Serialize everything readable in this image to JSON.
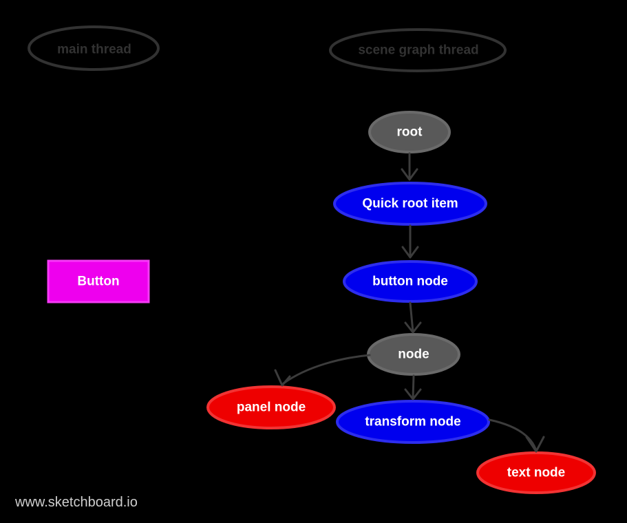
{
  "watermark": "www.sketchboard.io",
  "threads": {
    "main": {
      "label": "main thread"
    },
    "scene_graph": {
      "label": "scene graph thread"
    }
  },
  "button": {
    "label": "Button",
    "fill": "#ee00ee"
  },
  "nodes": {
    "root": {
      "label": "root",
      "fill": "#595959"
    },
    "quick_root_item": {
      "label": "Quick root item",
      "fill": "#0000ee"
    },
    "button_node": {
      "label": "button node",
      "fill": "#0000ee"
    },
    "node": {
      "label": "node",
      "fill": "#595959"
    },
    "panel_node": {
      "label": "panel node",
      "fill": "#ee0000"
    },
    "transform_node": {
      "label": "transform node",
      "fill": "#0000ee"
    },
    "text_node": {
      "label": "text node",
      "fill": "#ee0000"
    }
  },
  "edges": [
    {
      "from": "root",
      "to": "quick_root_item"
    },
    {
      "from": "quick_root_item",
      "to": "button_node"
    },
    {
      "from": "button_node",
      "to": "node"
    },
    {
      "from": "node",
      "to": "panel_node"
    },
    {
      "from": "node",
      "to": "transform_node"
    },
    {
      "from": "transform_node",
      "to": "text_node"
    }
  ],
  "colors": {
    "background": "#000000",
    "edge": "#3c3c3c",
    "thread_outline": "#323232",
    "node_text": "#ffffff",
    "watermark_text": "#cfcfcf"
  }
}
